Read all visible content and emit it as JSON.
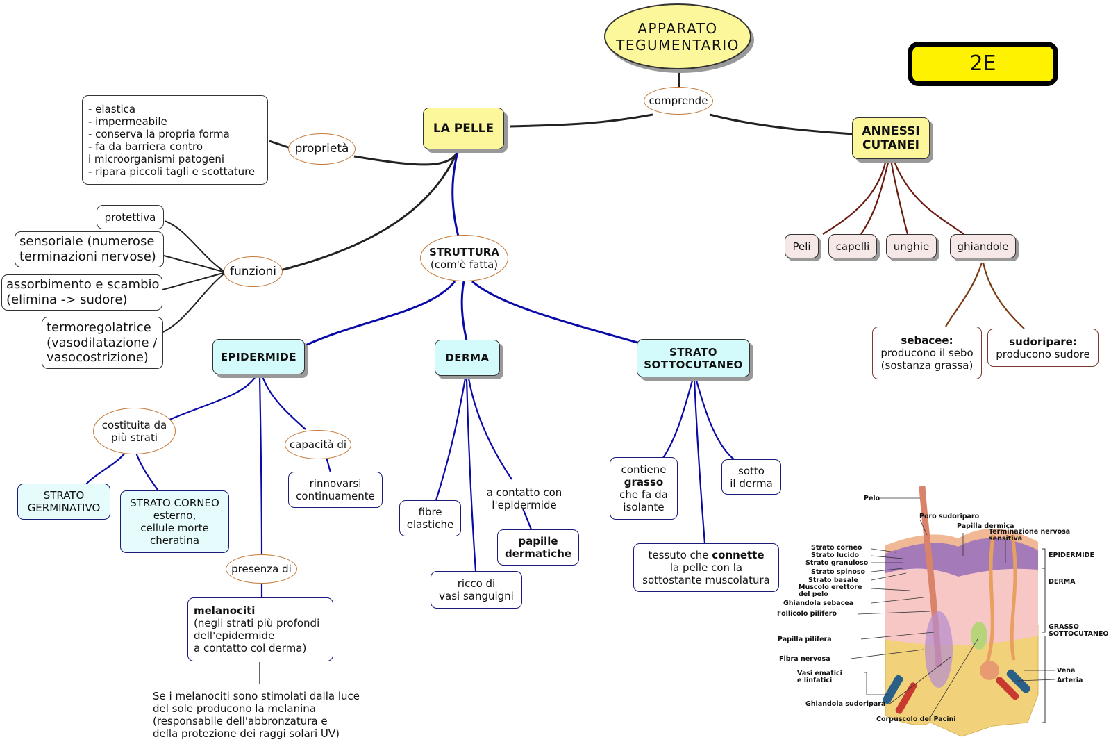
{
  "root": {
    "line1": "APPARATO",
    "line2": "TEGUMENTARIO"
  },
  "badge": {
    "label": "2E"
  },
  "link_labels": {
    "comprende": "comprende",
    "proprieta": "proprietà",
    "funzioni": "funzioni",
    "struttura_title": "STRUTTURA",
    "struttura_sub": "(com'è fatta)",
    "costituita_1": "costituita da",
    "costituita_2": "più strati",
    "capacita": "capacità di",
    "presenza": "presenza di"
  },
  "concepts": {
    "la_pelle": "LA PELLE",
    "annessi_1": "ANNESSI",
    "annessi_2": "CUTANEI",
    "epidermide": "EPIDERMIDE",
    "derma": "DERMA",
    "sottocutaneo_1": "STRATO",
    "sottocutaneo_2": "SOTTOCUTANEO"
  },
  "proprieta_list": [
    "- elastica",
    "- impermeabile",
    "- conserva la propria forma",
    "- fa da barriera contro",
    "i microorganismi patogeni",
    "- ripara piccoli tagli e scottature"
  ],
  "funzioni": {
    "protettiva": "protettiva",
    "sensoriale_1": "sensoriale (numerose",
    "sensoriale_2": "terminazioni nervose)",
    "assorbimento_1": "assorbimento e scambio",
    "assorbimento_2": "(elimina -> sudore)",
    "termo_1": "termoregolatrice",
    "termo_2": "(vasodilatazione /",
    "termo_3": "vasocostrizione)"
  },
  "annessi": {
    "items": [
      "Peli",
      "capelli",
      "unghie",
      "ghiandole"
    ],
    "sebacee_title": "sebacee:",
    "sebacee_1": "producono il sebo",
    "sebacee_2": "(sostanza grassa)",
    "sudoripare_title": "sudoripare:",
    "sudoripare_1": "producono sudore"
  },
  "epidermide": {
    "germinativo_1": "STRATO",
    "germinativo_2": "GERMINATIVO",
    "corneo_1": "STRATO CORNEO",
    "corneo_2": "esterno,",
    "corneo_3": "cellule morte",
    "corneo_4": "cheratina",
    "rinnovarsi_1": "rinnovarsi",
    "rinnovarsi_2": "continuamente",
    "melanociti_title": "melanociti",
    "melanociti_1": "(negli strati più profondi",
    "melanociti_2": "dell'epidermide",
    "melanociti_3": "a contatto col derma)",
    "note_1": "Se i melanociti sono stimolati dalla luce",
    "note_2": "del sole producono la melanina",
    "note_3": "(responsabile dell'abbronzatura e",
    "note_4": "della protezione dei raggi solari UV)"
  },
  "derma": {
    "fibre_1": "fibre",
    "fibre_2": "elastiche",
    "vasi_1": "ricco di",
    "vasi_2": "vasi sanguigni",
    "contatto_1": "a contatto con",
    "contatto_2": "l'epidermide",
    "papille_1": "papille",
    "papille_2": "dermatiche"
  },
  "sottocutaneo": {
    "grasso_1": "contiene",
    "grasso_bold": "grasso",
    "grasso_2": "che fa da",
    "grasso_3": "isolante",
    "sotto_1": "sotto",
    "sotto_2": "il derma",
    "tessuto_pre": "tessuto che ",
    "tessuto_bold": "connette",
    "tessuto_2": "la pelle con la",
    "tessuto_3": "sottostante muscolatura"
  },
  "anatomy_labels": {
    "pelo": "Pelo",
    "poro": "Poro sudoriparo",
    "papilla_dermica": "Papilla dermica",
    "terminazione_1": "Terminazione nervosa",
    "terminazione_2": "sensitiva",
    "strato_corneo": "Strato corneo",
    "strato_lucido": "Strato lucido",
    "strato_granuloso": "Strato granuloso",
    "strato_spinoso": "Strato spinoso",
    "strato_basale": "Strato basale",
    "muscolo_1": "Muscolo erettore",
    "muscolo_2": "del pelo",
    "ghiandola_sebacea": "Ghiandola sebacea",
    "follicolo": "Follicolo pilifero",
    "papilla_pilifera": "Papilla pilifera",
    "fibra_nervosa": "Fibra nervosa",
    "vasi_1": "Vasi ematici",
    "vasi_2": "e linfatici",
    "ghiandola_sudoripara": "Ghiandola sudoripara",
    "corpuscolo": "Corpuscolo del Pacini",
    "epidermide": "EPIDERMIDE",
    "derma": "DERMA",
    "grasso_1": "GRASSO",
    "grasso_2": "SOTTOCUTANEO",
    "vena": "Vena",
    "arteria": "Arteria"
  },
  "colors": {
    "yellow_concept": "#fbf79a",
    "cyan_concept": "#d4fbfb",
    "pink_concept": "#f7e8e8",
    "badge": "#fff200",
    "link_black": "#222222",
    "link_blue": "#0a0aa8",
    "link_brown": "#6b1a10",
    "ellipse_border": "#c47a3a"
  }
}
